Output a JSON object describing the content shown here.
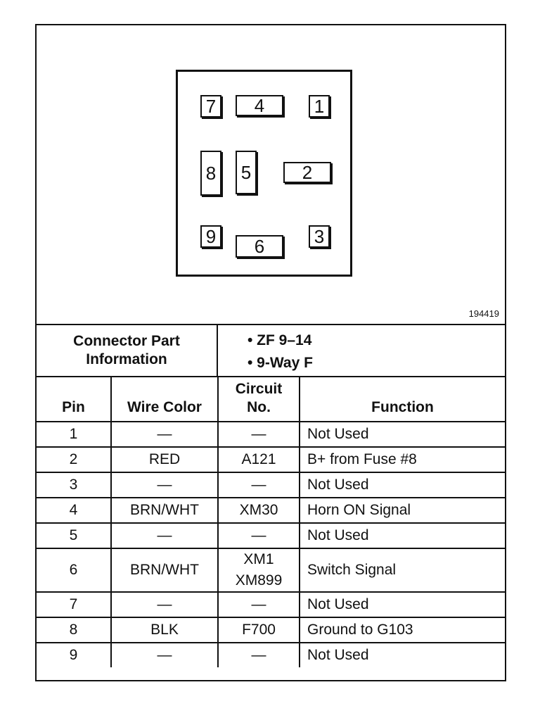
{
  "diagram": {
    "figure_id": "194419",
    "pin_labels": [
      "1",
      "2",
      "3",
      "4",
      "5",
      "6",
      "7",
      "8",
      "9"
    ]
  },
  "connector_part_info": {
    "label_line1": "Connector Part",
    "label_line2": "Information",
    "items": [
      "• ZF 9–14",
      "• 9-Way F"
    ]
  },
  "table": {
    "headers": {
      "pin": "Pin",
      "wire_color": "Wire Color",
      "circuit_line1": "Circuit",
      "circuit_line2": "No.",
      "function": "Function"
    },
    "rows": [
      {
        "pin": "1",
        "wire_color": "—",
        "circuit": [
          "—"
        ],
        "function": "Not Used"
      },
      {
        "pin": "2",
        "wire_color": "RED",
        "circuit": [
          "A121"
        ],
        "function": "B+ from Fuse #8"
      },
      {
        "pin": "3",
        "wire_color": "—",
        "circuit": [
          "—"
        ],
        "function": "Not Used"
      },
      {
        "pin": "4",
        "wire_color": "BRN/WHT",
        "circuit": [
          "XM30"
        ],
        "function": "Horn ON Signal"
      },
      {
        "pin": "5",
        "wire_color": "—",
        "circuit": [
          "—"
        ],
        "function": "Not Used"
      },
      {
        "pin": "6",
        "wire_color": "BRN/WHT",
        "circuit": [
          "XM1",
          "XM899"
        ],
        "function": "Switch Signal"
      },
      {
        "pin": "7",
        "wire_color": "—",
        "circuit": [
          "—"
        ],
        "function": "Not Used"
      },
      {
        "pin": "8",
        "wire_color": "BLK",
        "circuit": [
          "F700"
        ],
        "function": "Ground to G103"
      },
      {
        "pin": "9",
        "wire_color": "—",
        "circuit": [
          "—"
        ],
        "function": "Not Used"
      }
    ]
  }
}
